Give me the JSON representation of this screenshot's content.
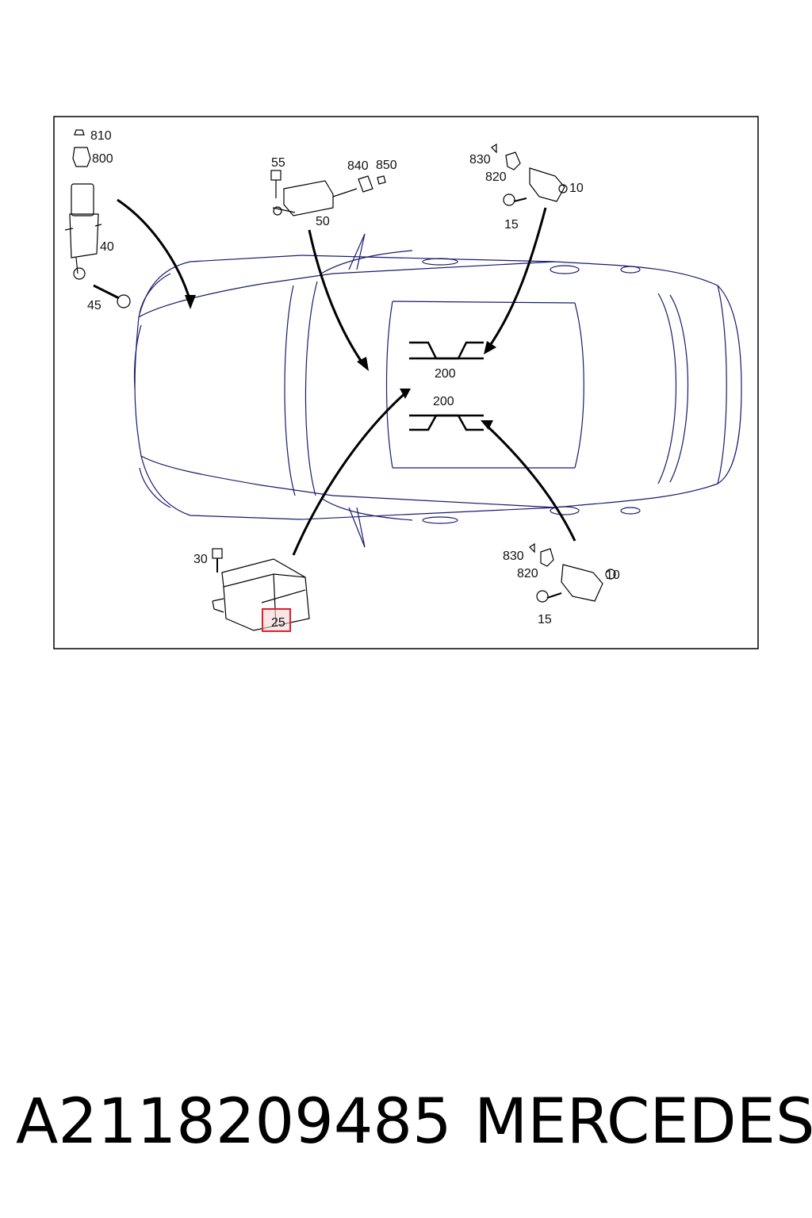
{
  "labels": {
    "p810": "810",
    "p800": "800",
    "p40": "40",
    "p45": "45",
    "p55": "55",
    "p840": "840",
    "p850": "850",
    "p50": "50",
    "p830_top": "830",
    "p820_top": "820",
    "p10_top": "10",
    "p15_top": "15",
    "p200_a": "200",
    "p200_b": "200",
    "p30": "30",
    "p25": "25",
    "p830_bottom": "830",
    "p820_bottom": "820",
    "p10_bottom": "10",
    "p15_bottom": "15"
  },
  "highlight": {
    "label": "25",
    "color": "#e0202a"
  },
  "footer": {
    "part_number": "A2118209485",
    "brand": "MERCEDES"
  },
  "colors": {
    "car_outline": "#1a1a6e",
    "parts": "#000000",
    "highlight_fill": "#f6d6d6"
  }
}
